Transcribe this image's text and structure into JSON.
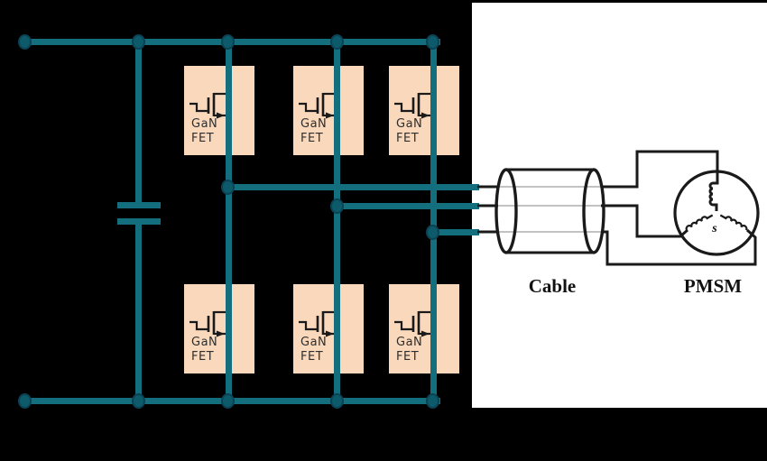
{
  "figure": {
    "description": "Three-phase GaN FET inverter driving a PMSM through a cable"
  },
  "colors": {
    "background": "#000000",
    "panel": "#ffffff",
    "wire": "#136e7e",
    "junction_fill": "#0d5a6b",
    "junction_border": "#0b4254",
    "fet_box": "#f9d8bc",
    "symbol_line": "#1a1a1a",
    "cable_conductor_gray": "#9e9e9e",
    "label_text": "#111111",
    "fet_text": "#2e2e2e"
  },
  "inverter": {
    "fets": [
      {
        "line1": "GaN",
        "line2": "FET"
      },
      {
        "line1": "GaN",
        "line2": "FET"
      },
      {
        "line1": "GaN",
        "line2": "FET"
      },
      {
        "line1": "GaN",
        "line2": "FET"
      },
      {
        "line1": "GaN",
        "line2": "FET"
      },
      {
        "line1": "GaN",
        "line2": "FET"
      }
    ]
  },
  "motor_section": {
    "cable_label": "Cable",
    "motor_label": "PMSM",
    "motor_center_label": "s"
  }
}
